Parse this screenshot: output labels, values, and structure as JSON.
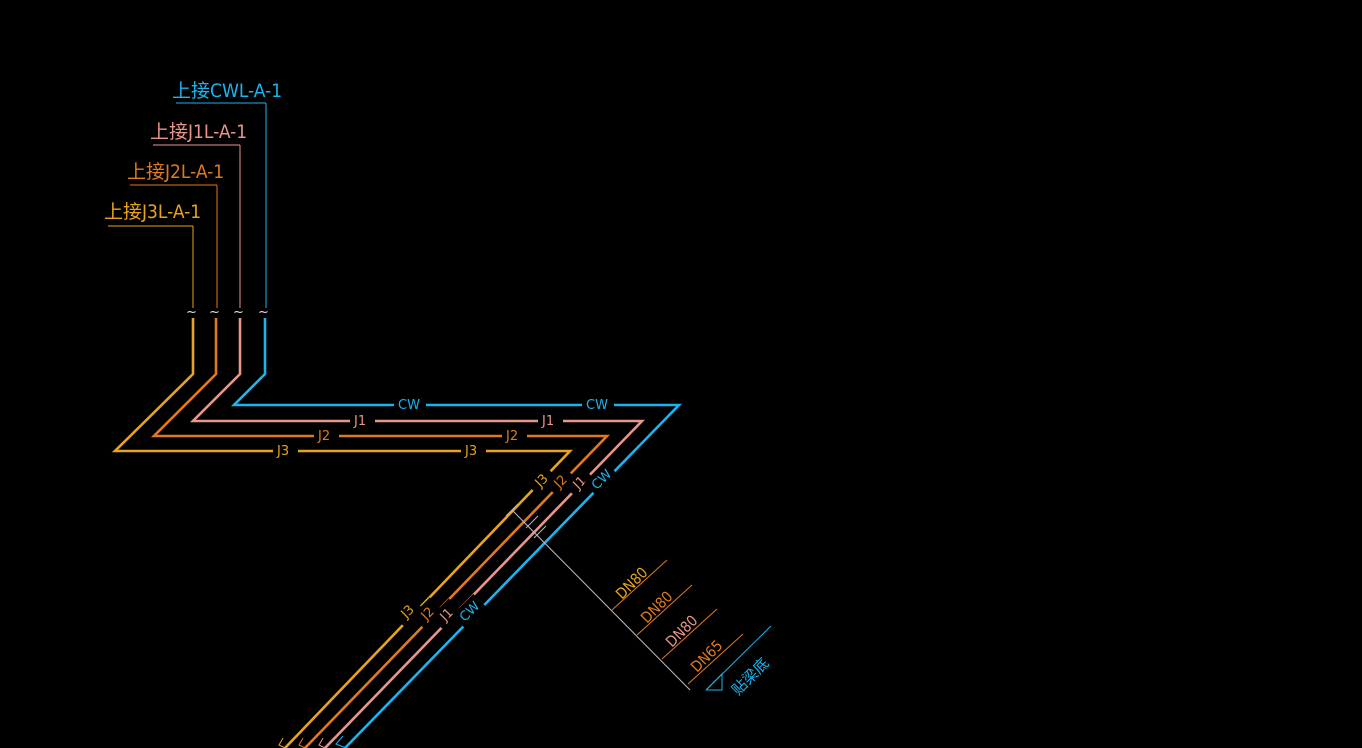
{
  "colors": {
    "background": "#000000",
    "CW": "#1ab4f0",
    "J1": "#e8968a",
    "J2": "#e07a1e",
    "J3": "#e8a41c",
    "annotation": "#cccccc"
  },
  "risers": [
    {
      "id": "CW",
      "label": "上接CWL-A-1"
    },
    {
      "id": "J1",
      "label": "上接J1L-A-1"
    },
    {
      "id": "J2",
      "label": "上接J2L-A-1"
    },
    {
      "id": "J3",
      "label": "上接J3L-A-1"
    }
  ],
  "pipe_tags": {
    "CW": "CW",
    "J1": "J1",
    "J2": "J2",
    "J3": "J3"
  },
  "break_symbol": "~",
  "leader": {
    "sizes": [
      "DN80",
      "DN80",
      "DN80",
      "DN65"
    ],
    "note": "贴梁底"
  }
}
